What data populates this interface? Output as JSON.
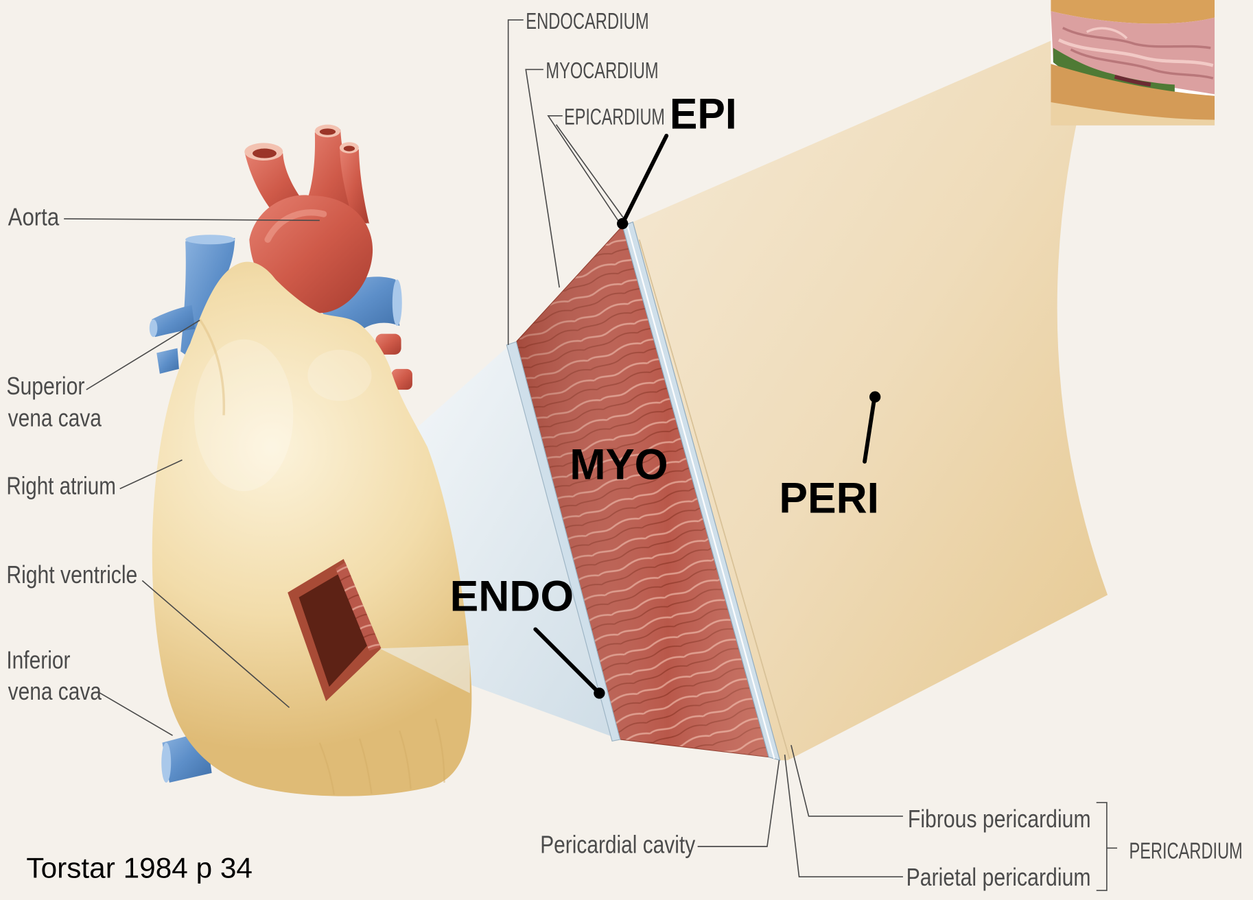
{
  "figure_labels": {
    "endocardium": "ENDOCARDIUM",
    "myocardium": "MYOCARDIUM",
    "epicardium": "EPICARDIUM",
    "pericardium": "PERICARDIUM"
  },
  "callouts": {
    "epi": "EPI",
    "myo": "MYO",
    "endo": "ENDO",
    "peri": "PERI"
  },
  "heart_labels": {
    "aorta": "Aorta",
    "superior_vena_cava": [
      "Superior",
      "vena cava"
    ],
    "right_atrium": "Right atrium",
    "right_ventricle": "Right ventricle",
    "inferior_vena_cava": [
      "Inferior",
      "vena cava"
    ]
  },
  "pericardium_labels": {
    "pericardial_cavity": "Pericardial cavity",
    "fibrous_pericardium": "Fibrous pericardium",
    "parietal_pericardium": "Parietal pericardium"
  },
  "credit": "Torstar 1984 p 34",
  "colors": {
    "background": "#f5f1eb",
    "heart": "#f2dcaa",
    "vessel_red": "#cf5a49",
    "vessel_blue": "#5d8fc9",
    "myocardium": "#b9584a",
    "membrane": "#cfdfea",
    "pericardium": "#efdcba",
    "label_text": "#4b4b4b",
    "callout_text": "#000000"
  }
}
